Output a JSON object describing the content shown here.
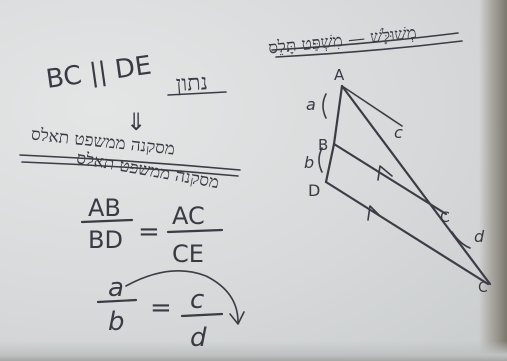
{
  "whiteboard": {
    "title_top": "מְשׁוּלָּשׁ — מִשְׁפַּט תָּלֵס",
    "given_label": "נתון",
    "given": "BC || DE",
    "arrow": "⇓",
    "section_heading": "מסקנה ממשפט תאלס",
    "ratio_top_left": "AB",
    "ratio_bottom_left": "BD",
    "equals": "=",
    "ratio_top_right": "AC",
    "ratio_bottom_right": "CE",
    "ratio2_top_left": "a",
    "ratio2_bottom_left": "b",
    "ratio2_top_right": "c",
    "ratio2_bottom_right": "d"
  },
  "diagram": {
    "point_A": "A",
    "point_B": "B",
    "point_D": "D",
    "point_C": "C",
    "point_E": "C",
    "seg_a": "a",
    "seg_b": "b",
    "seg_c": "c",
    "seg_d": "d"
  },
  "colors": {
    "ink": "#3d3b45",
    "board": "#d9dcdc"
  }
}
